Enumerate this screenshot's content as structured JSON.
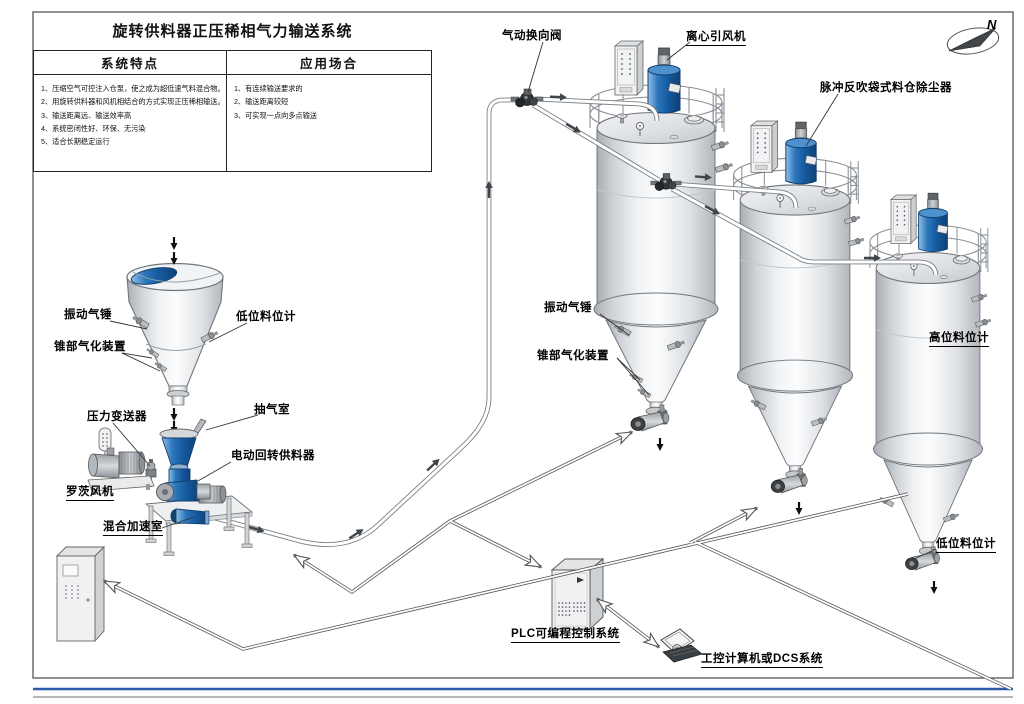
{
  "title": "旋转供料器正压稀相气力输送系统",
  "table": {
    "features_header": "系统特点",
    "applications_header": "应用场合",
    "features": [
      "1、压缩空气可控注入仓泵，使之成为超低速气料混合物。",
      "2、用旋转供料器和风机相结合的方式实现正压稀相输送。",
      "3、输送距离远、输送效率高",
      "4、系统密闭性好、环保、无污染",
      "5、适合长期稳定运行"
    ],
    "applications": [
      "1、有连续输送要求的",
      "2、输送距离较短",
      "3、可实现一点向多点输送"
    ]
  },
  "labels": {
    "pneumatic_valve": "气动换向阀",
    "centrifugal_fan": "离心引风机",
    "pulse_dust_collector": "脉冲反吹袋式料仓除尘器",
    "vibration_hammer_left": "振动气锤",
    "low_level_indicator_left": "低位料位计",
    "cone_aeration_left": "锥部气化装置",
    "pressure_transmitter": "压力变送器",
    "extraction_chamber": "抽气室",
    "rotary_feeder": "电动回转供料器",
    "roots_blower": "罗茨风机",
    "mixing_chamber": "混合加速室",
    "vibration_hammer_mid": "振动气锤",
    "cone_aeration_mid": "锥部气化装置",
    "high_level_indicator": "高位料位计",
    "low_level_indicator_right": "低位料位计",
    "plc_system": "PLC可编程控制系统",
    "industrial_computer": "工控计算机或DCS系统"
  },
  "compass": {
    "north": "N"
  },
  "colors": {
    "accent_blue": "#1b5fa8",
    "footer_blue": "#2e5aa8"
  }
}
